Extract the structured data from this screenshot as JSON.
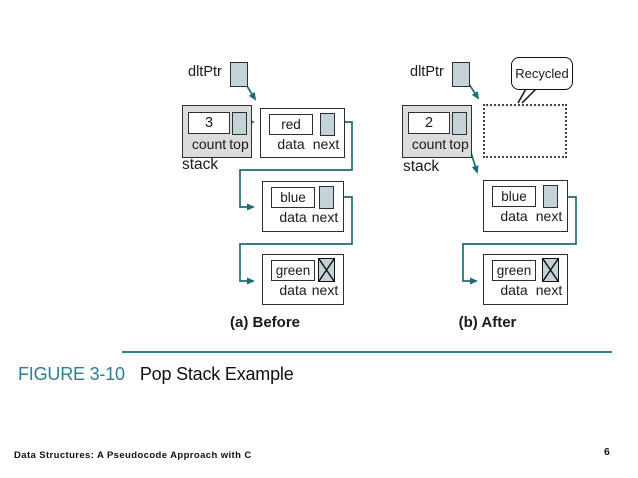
{
  "figure_caption": {
    "label": "FIGURE 3-10",
    "title": "Pop Stack Example"
  },
  "footer": {
    "book_title": "Data Structures: A Pseudocode Approach with C",
    "page_number": "6"
  },
  "colors": {
    "accent_teal": "#2b7f90",
    "arrow": "#1e6b7a",
    "box_fill": "#c3d3d8",
    "head_fill": "#dcdcdc"
  },
  "before": {
    "caption": "(a) Before",
    "pointer_label": "dltPtr",
    "stack_label": "stack",
    "head": {
      "count_value": "3",
      "count_label": "count",
      "top_label": "top"
    },
    "nodes": [
      {
        "value": "red",
        "data_label": "data",
        "next_label": "next",
        "next_is_null": false
      },
      {
        "value": "blue",
        "data_label": "data",
        "next_label": "next",
        "next_is_null": false
      },
      {
        "value": "green",
        "data_label": "data",
        "next_label": "next",
        "next_is_null": true
      }
    ]
  },
  "after": {
    "caption": "(b) After",
    "pointer_label": "dltPtr",
    "stack_label": "stack",
    "recycled_label": "Recycled",
    "head": {
      "count_value": "2",
      "count_label": "count",
      "top_label": "top"
    },
    "nodes": [
      {
        "value": "blue",
        "data_label": "data",
        "next_label": "next",
        "next_is_null": false
      },
      {
        "value": "green",
        "data_label": "data",
        "next_label": "next",
        "next_is_null": true
      }
    ]
  }
}
